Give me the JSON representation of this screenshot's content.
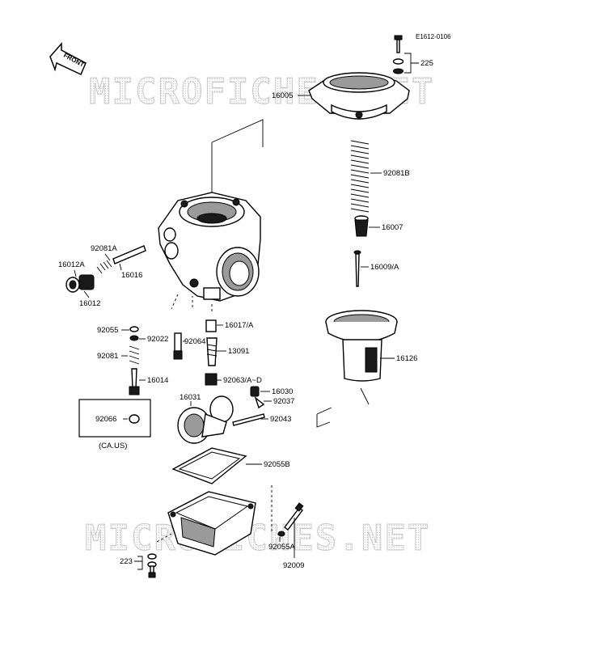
{
  "diagram_code": "E1612-0106",
  "front_arrow_label": "FRONT",
  "watermark": "MICROFICHES.NET",
  "labels": {
    "p225": "225",
    "p16005": "16005",
    "p92081B": "92081B",
    "p16007": "16007",
    "p16009A": "16009/A",
    "p16126": "16126",
    "p92081A": "92081A",
    "p16012A": "16012A",
    "p16016": "16016",
    "p16012": "16012",
    "p92055": "92055",
    "p92022": "92022",
    "p92064": "92064",
    "p16017A": "16017/A",
    "p13091": "13091",
    "p92081": "92081",
    "p16014": "16014",
    "p92063AD": "92063/A~D",
    "p16030": "16030",
    "p92037": "92037",
    "p16031": "16031",
    "p92043": "92043",
    "p92066": "92066",
    "ca_us": "(CA.US)",
    "p92055B": "92055B",
    "p92055A": "92055A",
    "p223": "223",
    "p92009": "92009"
  }
}
